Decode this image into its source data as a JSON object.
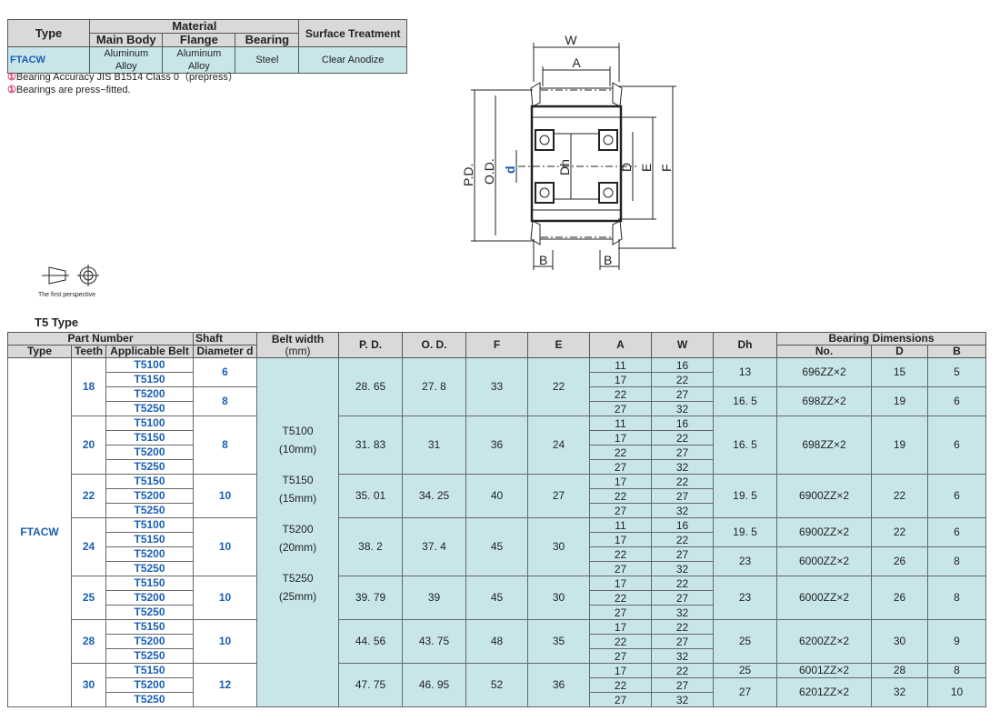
{
  "material_table": {
    "headers": {
      "type": "Type",
      "material": "Material",
      "main_body": "Main Body",
      "flange": "Flange",
      "bearing": "Bearing",
      "surface": "Surface Treatment"
    },
    "row": {
      "type": "FTACW",
      "main_body": "Aluminum Alloy",
      "flange": "Aluminum Alloy",
      "bearing": "Steel",
      "surface": "Clear Anodize"
    }
  },
  "notes": [
    "Bearing Accuracy JIS B1514 Class 0（prepress）",
    "Bearings are press−fitted."
  ],
  "diagram_labels": {
    "W": "W",
    "A": "A",
    "PD": "P.D.",
    "OD": "O.D.",
    "d": "d",
    "Dh": "Dh",
    "D": "D",
    "E": "E",
    "F": "F",
    "B1": "B",
    "B2": "B"
  },
  "perspective_caption": "The first perspective",
  "section_title": "T5 Type",
  "main_table": {
    "headers": {
      "part_number": "Part Number",
      "type": "Type",
      "teeth": "Teeth",
      "applicable_belt": "Applicable Belt",
      "shaft": "Shaft",
      "diameter": "Diameter d",
      "belt_width": "Belt width",
      "mm": "(mm)",
      "pd": "P. D.",
      "od": "O. D.",
      "f": "F",
      "e": "E",
      "a": "A",
      "w": "W",
      "dh": "Dh",
      "bearing_dims": "Bearing Dimensions",
      "no": "No.",
      "d": "D",
      "b": "B"
    },
    "type_value": "FTACW",
    "belt_width": [
      "T5100",
      "(10mm)",
      "T5150",
      "(15mm)",
      "T5200",
      "(20mm)",
      "T5250",
      "(25mm)"
    ],
    "groups": [
      {
        "teeth": "18",
        "belts": [
          "T5100",
          "T5150",
          "T5200",
          "T5250"
        ],
        "shaft": [
          "6",
          "8"
        ],
        "pd": "28. 65",
        "od": "27. 8",
        "f": "33",
        "e": "22",
        "a": [
          "11",
          "17",
          "22",
          "27"
        ],
        "w": [
          "16",
          "22",
          "27",
          "32"
        ],
        "dh": [
          "13",
          "16. 5"
        ],
        "no": [
          "696ZZ×2",
          "698ZZ×2"
        ],
        "bd": [
          "15",
          "19"
        ],
        "bb": [
          "5",
          "6"
        ]
      },
      {
        "teeth": "20",
        "belts": [
          "T5100",
          "T5150",
          "T5200",
          "T5250"
        ],
        "shaft": [
          "8"
        ],
        "pd": "31. 83",
        "od": "31",
        "f": "36",
        "e": "24",
        "a": [
          "11",
          "17",
          "22",
          "27"
        ],
        "w": [
          "16",
          "22",
          "27",
          "32"
        ],
        "dh": [
          "16. 5"
        ],
        "no": [
          "698ZZ×2"
        ],
        "bd": [
          "19"
        ],
        "bb": [
          "6"
        ]
      },
      {
        "teeth": "22",
        "belts": [
          "T5150",
          "T5200",
          "T5250"
        ],
        "shaft": [
          "10"
        ],
        "pd": "35. 01",
        "od": "34. 25",
        "f": "40",
        "e": "27",
        "a": [
          "17",
          "22",
          "27"
        ],
        "w": [
          "22",
          "27",
          "32"
        ],
        "dh": [
          "19. 5"
        ],
        "no": [
          "6900ZZ×2"
        ],
        "bd": [
          "22"
        ],
        "bb": [
          "6"
        ]
      },
      {
        "teeth": "24",
        "belts": [
          "T5100",
          "T5150",
          "T5200",
          "T5250"
        ],
        "shaft": [
          "10"
        ],
        "pd": "38. 2",
        "od": "37. 4",
        "f": "45",
        "e": "30",
        "a": [
          "11",
          "17",
          "22",
          "27"
        ],
        "w": [
          "16",
          "22",
          "27",
          "32"
        ],
        "dh": [
          "19. 5",
          "23"
        ],
        "no": [
          "6900ZZ×2",
          "6000ZZ×2"
        ],
        "bd": [
          "22",
          "26"
        ],
        "bb": [
          "6",
          "8"
        ]
      },
      {
        "teeth": "25",
        "belts": [
          "T5150",
          "T5200",
          "T5250"
        ],
        "shaft": [
          "10"
        ],
        "pd": "39. 79",
        "od": "39",
        "f": "45",
        "e": "30",
        "a": [
          "17",
          "22",
          "27"
        ],
        "w": [
          "22",
          "27",
          "32"
        ],
        "dh": [
          "23"
        ],
        "no": [
          "6000ZZ×2"
        ],
        "bd": [
          "26"
        ],
        "bb": [
          "8"
        ]
      },
      {
        "teeth": "28",
        "belts": [
          "T5150",
          "T5200",
          "T5250"
        ],
        "shaft": [
          "10"
        ],
        "pd": "44. 56",
        "od": "43. 75",
        "f": "48",
        "e": "35",
        "a": [
          "17",
          "22",
          "27"
        ],
        "w": [
          "22",
          "27",
          "32"
        ],
        "dh": [
          "25"
        ],
        "no": [
          "6200ZZ×2"
        ],
        "bd": [
          "30"
        ],
        "bb": [
          "9"
        ]
      },
      {
        "teeth": "30",
        "belts": [
          "T5150",
          "T5200",
          "T5250"
        ],
        "shaft": [
          "12"
        ],
        "pd": "47. 75",
        "od": "46. 95",
        "f": "52",
        "e": "36",
        "a": [
          "17",
          "22",
          "27"
        ],
        "w": [
          "22",
          "27",
          "32"
        ],
        "dh": [
          "25",
          "27"
        ],
        "no": [
          "6001ZZ×2",
          "6201ZZ×2"
        ],
        "bd": [
          "28",
          "32"
        ],
        "bb": [
          "8",
          "10"
        ]
      }
    ]
  }
}
